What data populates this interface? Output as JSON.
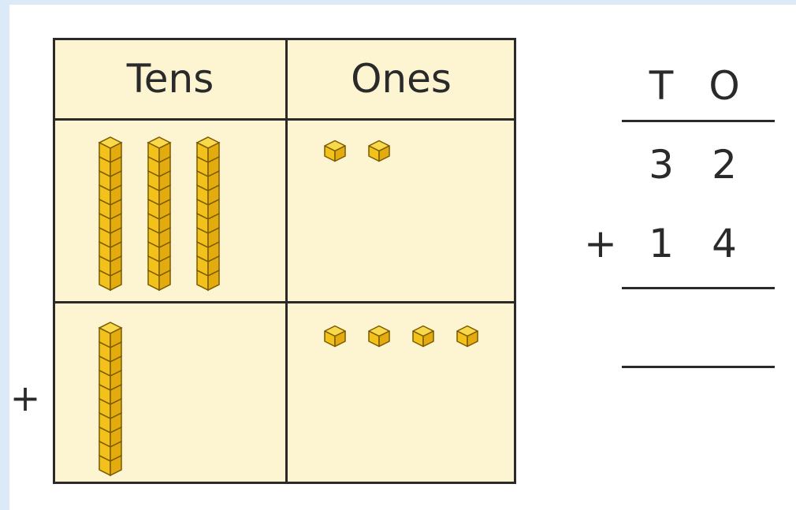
{
  "table": {
    "headers": {
      "tens": "Tens",
      "ones": "Ones"
    },
    "rows": [
      {
        "tens_rods": 3,
        "ones_cubes": 2
      },
      {
        "tens_rods": 1,
        "ones_cubes": 4
      }
    ],
    "operator": "+"
  },
  "column_addition": {
    "header_tens": "T",
    "header_ones": "O",
    "row1_tens": "3",
    "row1_ones": "2",
    "operator": "+",
    "row2_tens": "1",
    "row2_ones": "4",
    "answer_tens": "",
    "answer_ones": ""
  },
  "colors": {
    "block_fill": "#f3c21a",
    "block_outline": "#7a5a00",
    "table_fill": "#fdf4d2",
    "background": "#dce9f7"
  }
}
